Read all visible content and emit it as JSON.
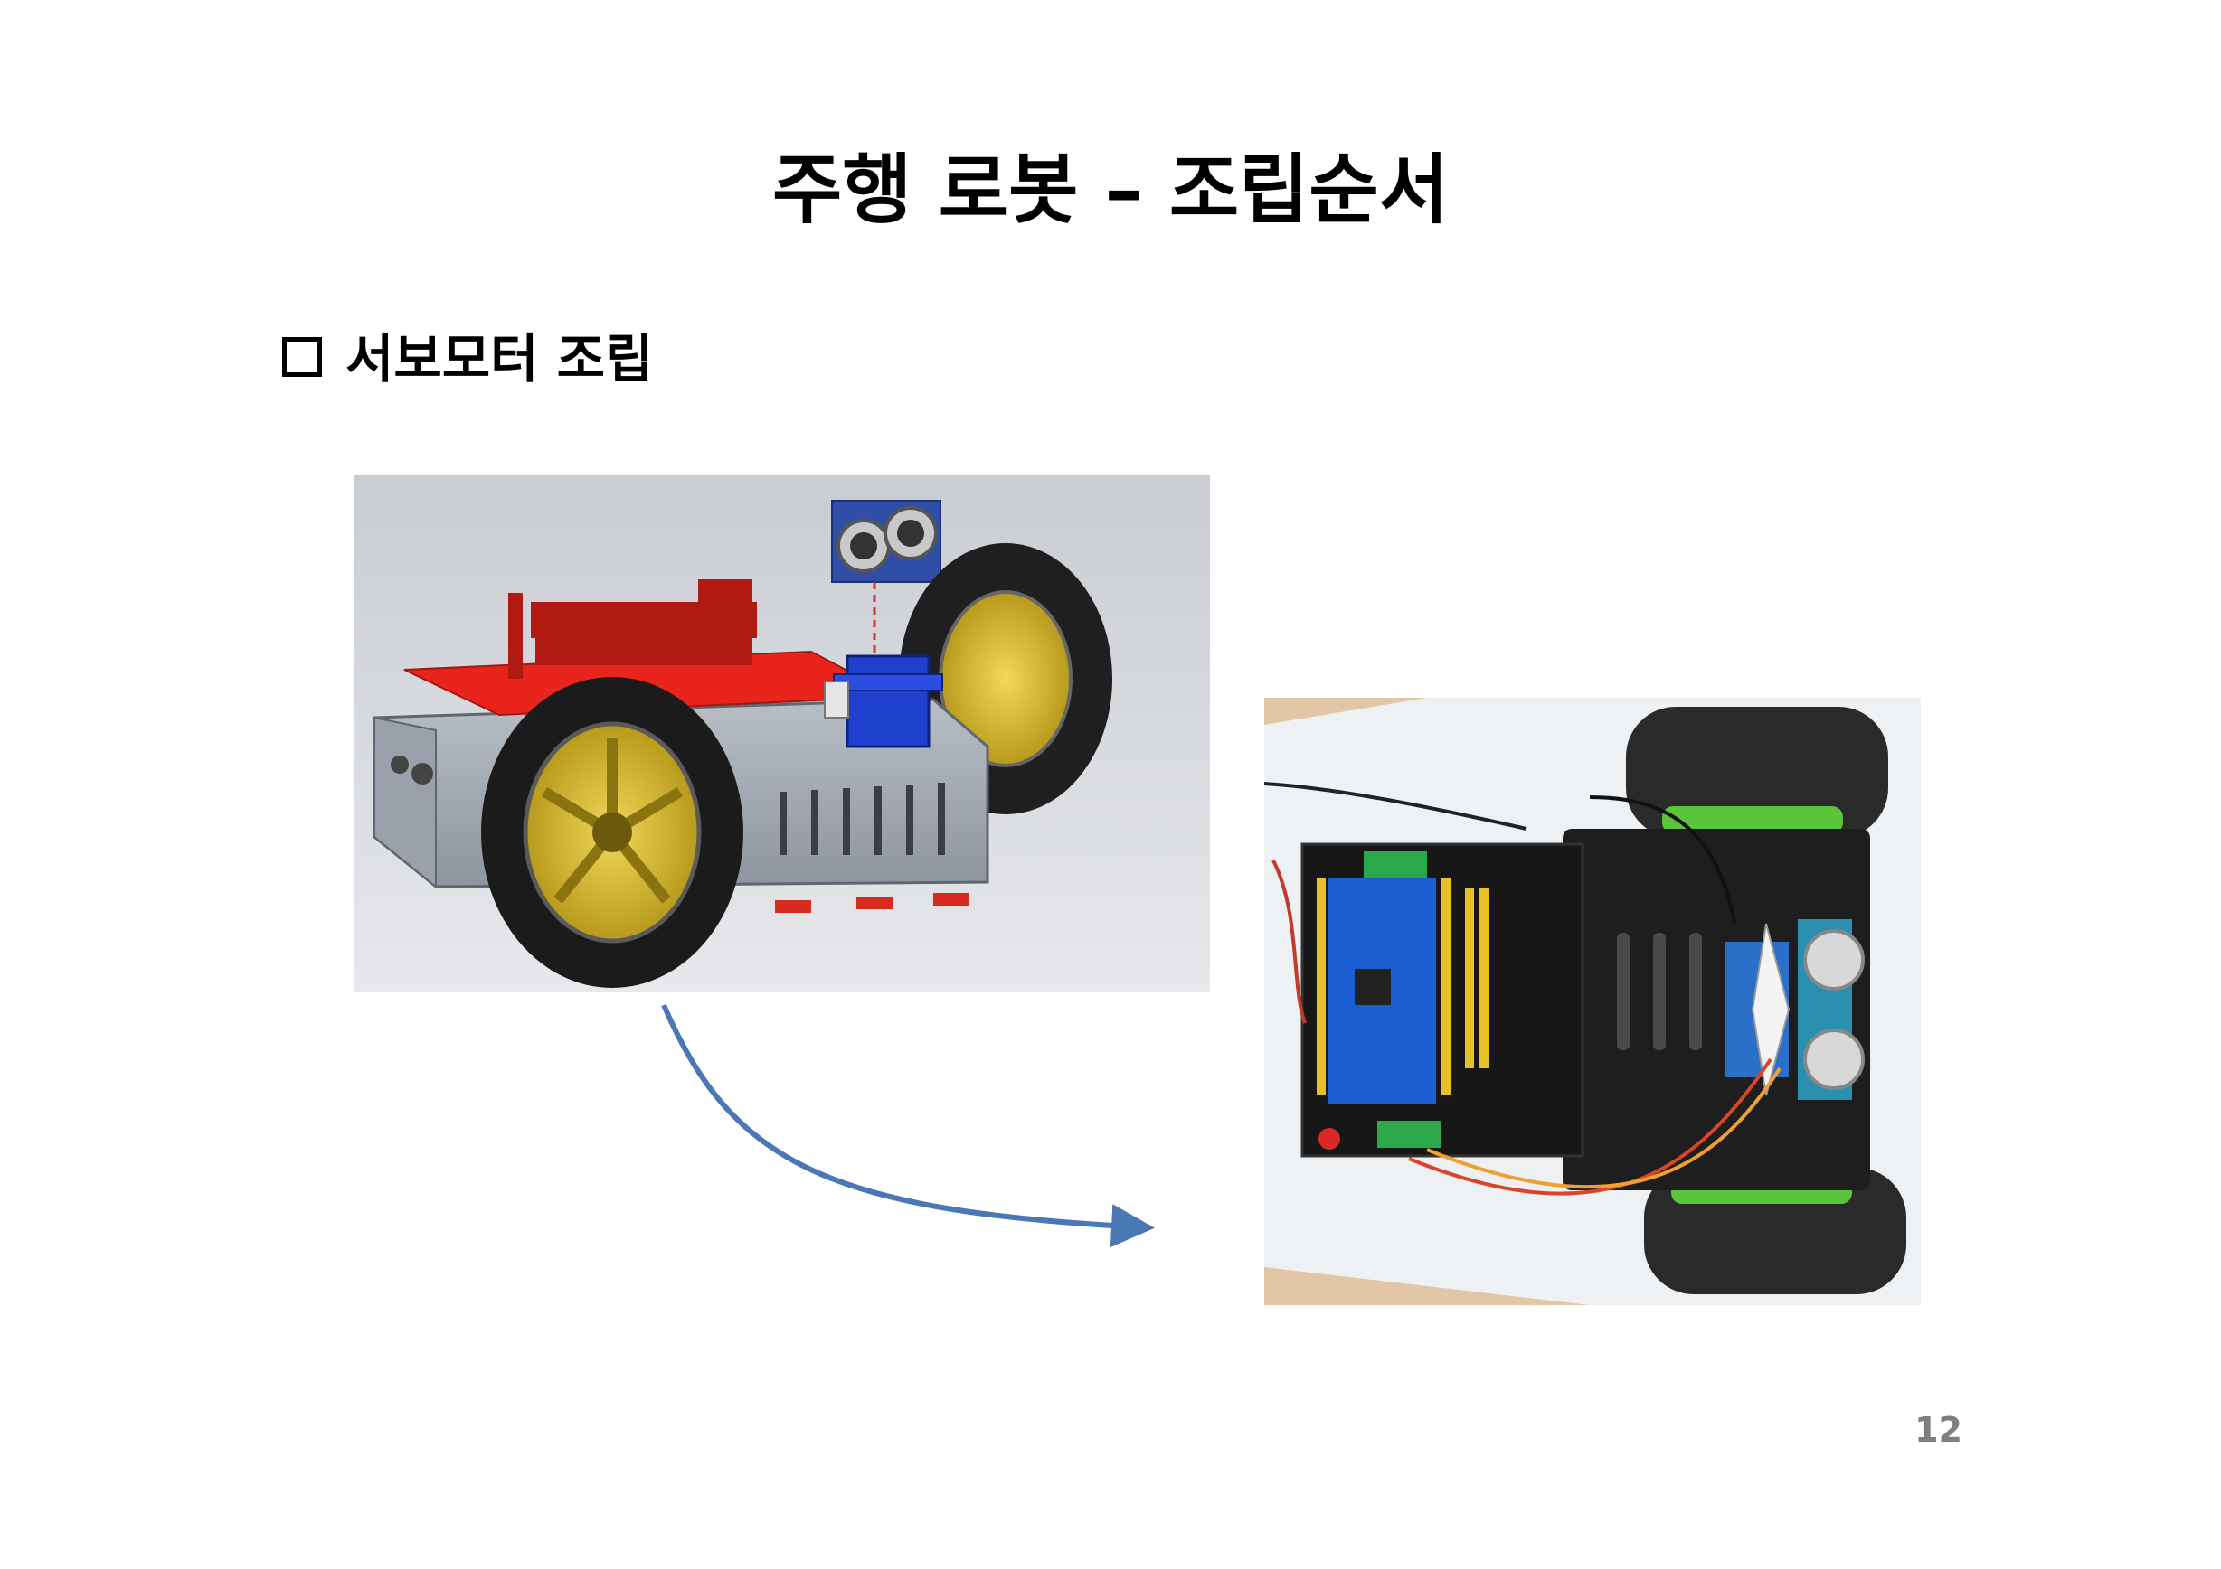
{
  "slide": {
    "title": "주행 로봇 – 조립순서",
    "section_heading": "서보모터 조립",
    "page_number": "12"
  },
  "images": {
    "cad_render": "3d-cad-model-of-driving-robot",
    "photo": "photo-of-assembled-driving-robot"
  },
  "colors": {
    "arrow": "#4a78b5",
    "page_number": "#7f7f7f"
  }
}
